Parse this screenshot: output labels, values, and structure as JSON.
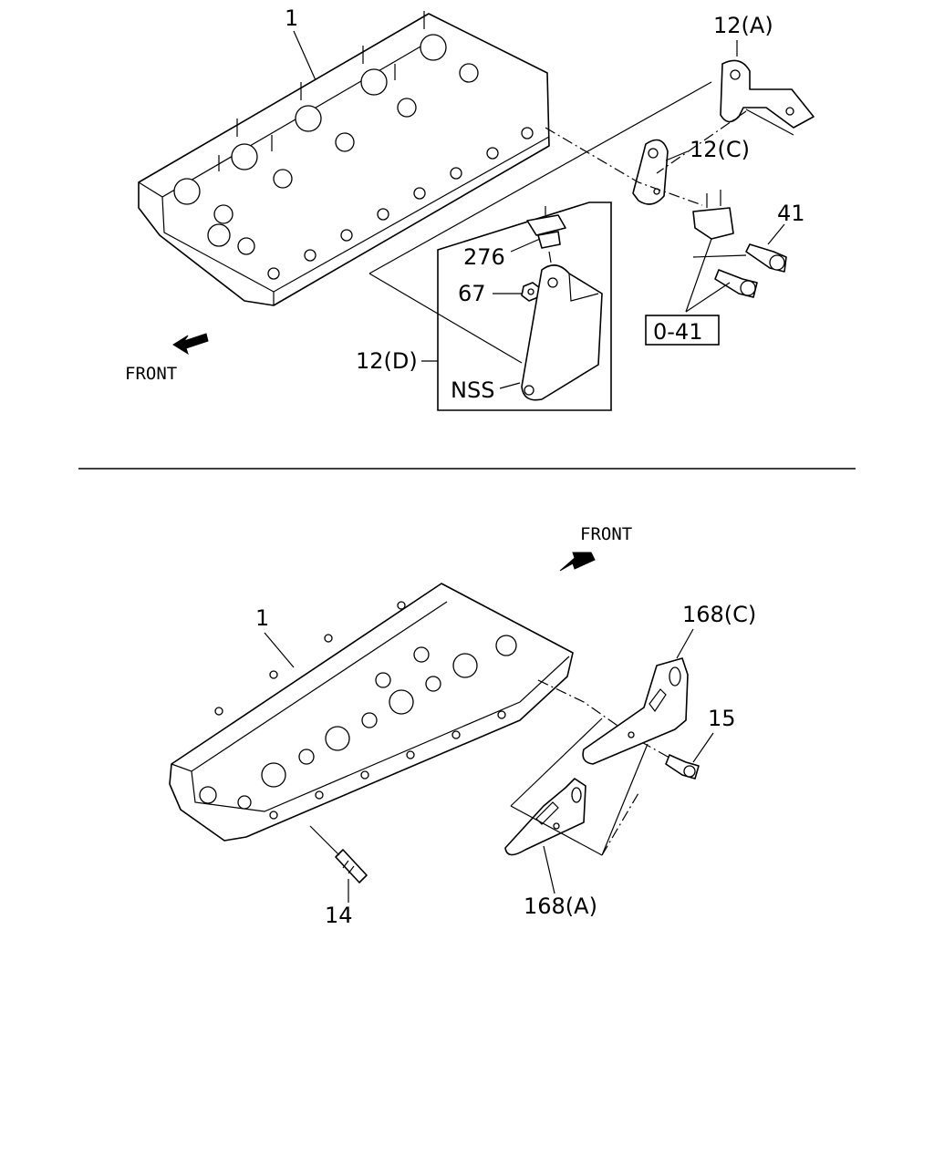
{
  "upper_view": {
    "labels": {
      "cylinder_head": "1",
      "bracket_a": "12(A)",
      "bracket_c": "12(C)",
      "bolt_41": "41",
      "bolt_group": "0-41",
      "insulator_276": "276",
      "nut_67": "67",
      "bracket_d": "12(D)",
      "nss": "NSS"
    },
    "front": "FRONT"
  },
  "lower_view": {
    "labels": {
      "cylinder_head": "1",
      "bracket_168c": "168(C)",
      "bolt_15": "15",
      "stud_14": "14",
      "bracket_168a": "168(A)"
    },
    "front": "FRONT"
  },
  "icons": {
    "front_arrow_upper": "arrow-down-left-icon",
    "front_arrow_lower": "arrow-up-right-icon"
  }
}
